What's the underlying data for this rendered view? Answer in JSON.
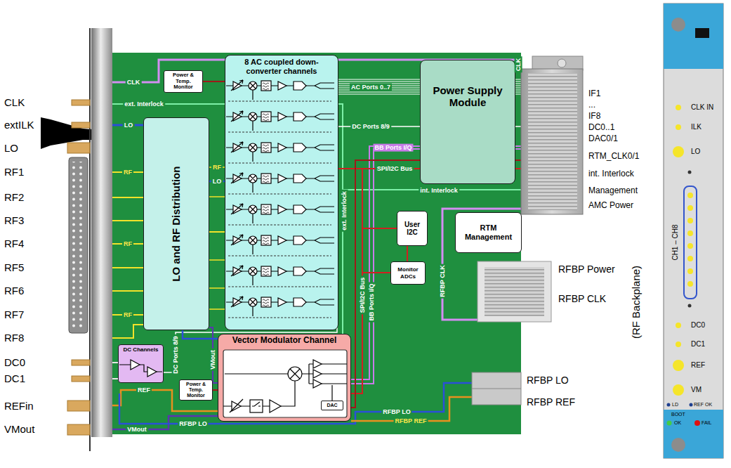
{
  "diagram": {
    "nodes": [
      {
        "text": [
          "Power & Temp. Monitor"
        ]
      },
      {
        "text": [
          "8 AC coupled down-converter channels"
        ]
      },
      {
        "text": [
          "Power Supply Module"
        ]
      },
      {
        "text": [
          "LO and RF Distribution"
        ]
      },
      {
        "text": [
          "User I2C"
        ]
      },
      {
        "text": [
          "RTM Management"
        ]
      },
      {
        "text": [
          "Monitor ADCs"
        ]
      },
      {
        "text": [
          "DC Channels"
        ]
      },
      {
        "text": [
          "Power & Temp. Monitor"
        ]
      },
      {
        "text": [
          "Vector Modulator Channel"
        ]
      },
      {
        "text": [
          "DAC"
        ],
        "in": 9
      }
    ],
    "edges": [
      {
        "from": 0,
        "to": 1,
        "arrow": "none"
      },
      {
        "from": 3,
        "to": 1,
        "arrow": "none"
      },
      {
        "from": 3,
        "to": 9,
        "arrow": "none"
      },
      {
        "from": 4,
        "to": 6,
        "arrow": "none"
      },
      {
        "from": 8,
        "to": 9,
        "arrow": "none"
      }
    ],
    "labels": [
      "CLK",
      "extILK",
      "LO",
      "RF1",
      "RF2",
      "RF3",
      "RF4",
      "RF5",
      "RF6",
      "RF7",
      "RF8",
      "DC0",
      "DC1",
      "REFin",
      "VMout",
      "CLK",
      "ext. Interlock",
      "LO",
      "RF",
      "RF",
      "RF",
      "RF",
      "LO",
      "AC Ports 0..7",
      "DC Ports 8/9",
      "BB Ports I/Q",
      "SPI/I2C Bus",
      "int. Interlock",
      "ext. Interlock",
      "SPI/I2C Bus",
      "BB Ports I/Q",
      "DC Ports 8/9",
      "REF",
      "VMout",
      "VMout",
      "RFBP LO",
      "RFBP LO",
      "RFBP REF",
      "RFBP CLK",
      "CLK",
      "IF1",
      "...",
      "IF8",
      "DC0..1",
      "DAC0/1",
      "RTM_CLK0/1",
      "int. Interlock",
      "Management",
      "AMC Power",
      "RFBP Power",
      "RFBP CLK",
      "RFBP LO",
      "RFBP REF",
      "(RF Backplane)",
      "CLK IN",
      "ILK",
      "LO",
      "CH1 – CH8",
      "DC0",
      "DC1",
      "REF",
      "VM",
      "LD",
      "REF OK",
      "BOOT",
      "OK",
      "FAIL"
    ]
  }
}
